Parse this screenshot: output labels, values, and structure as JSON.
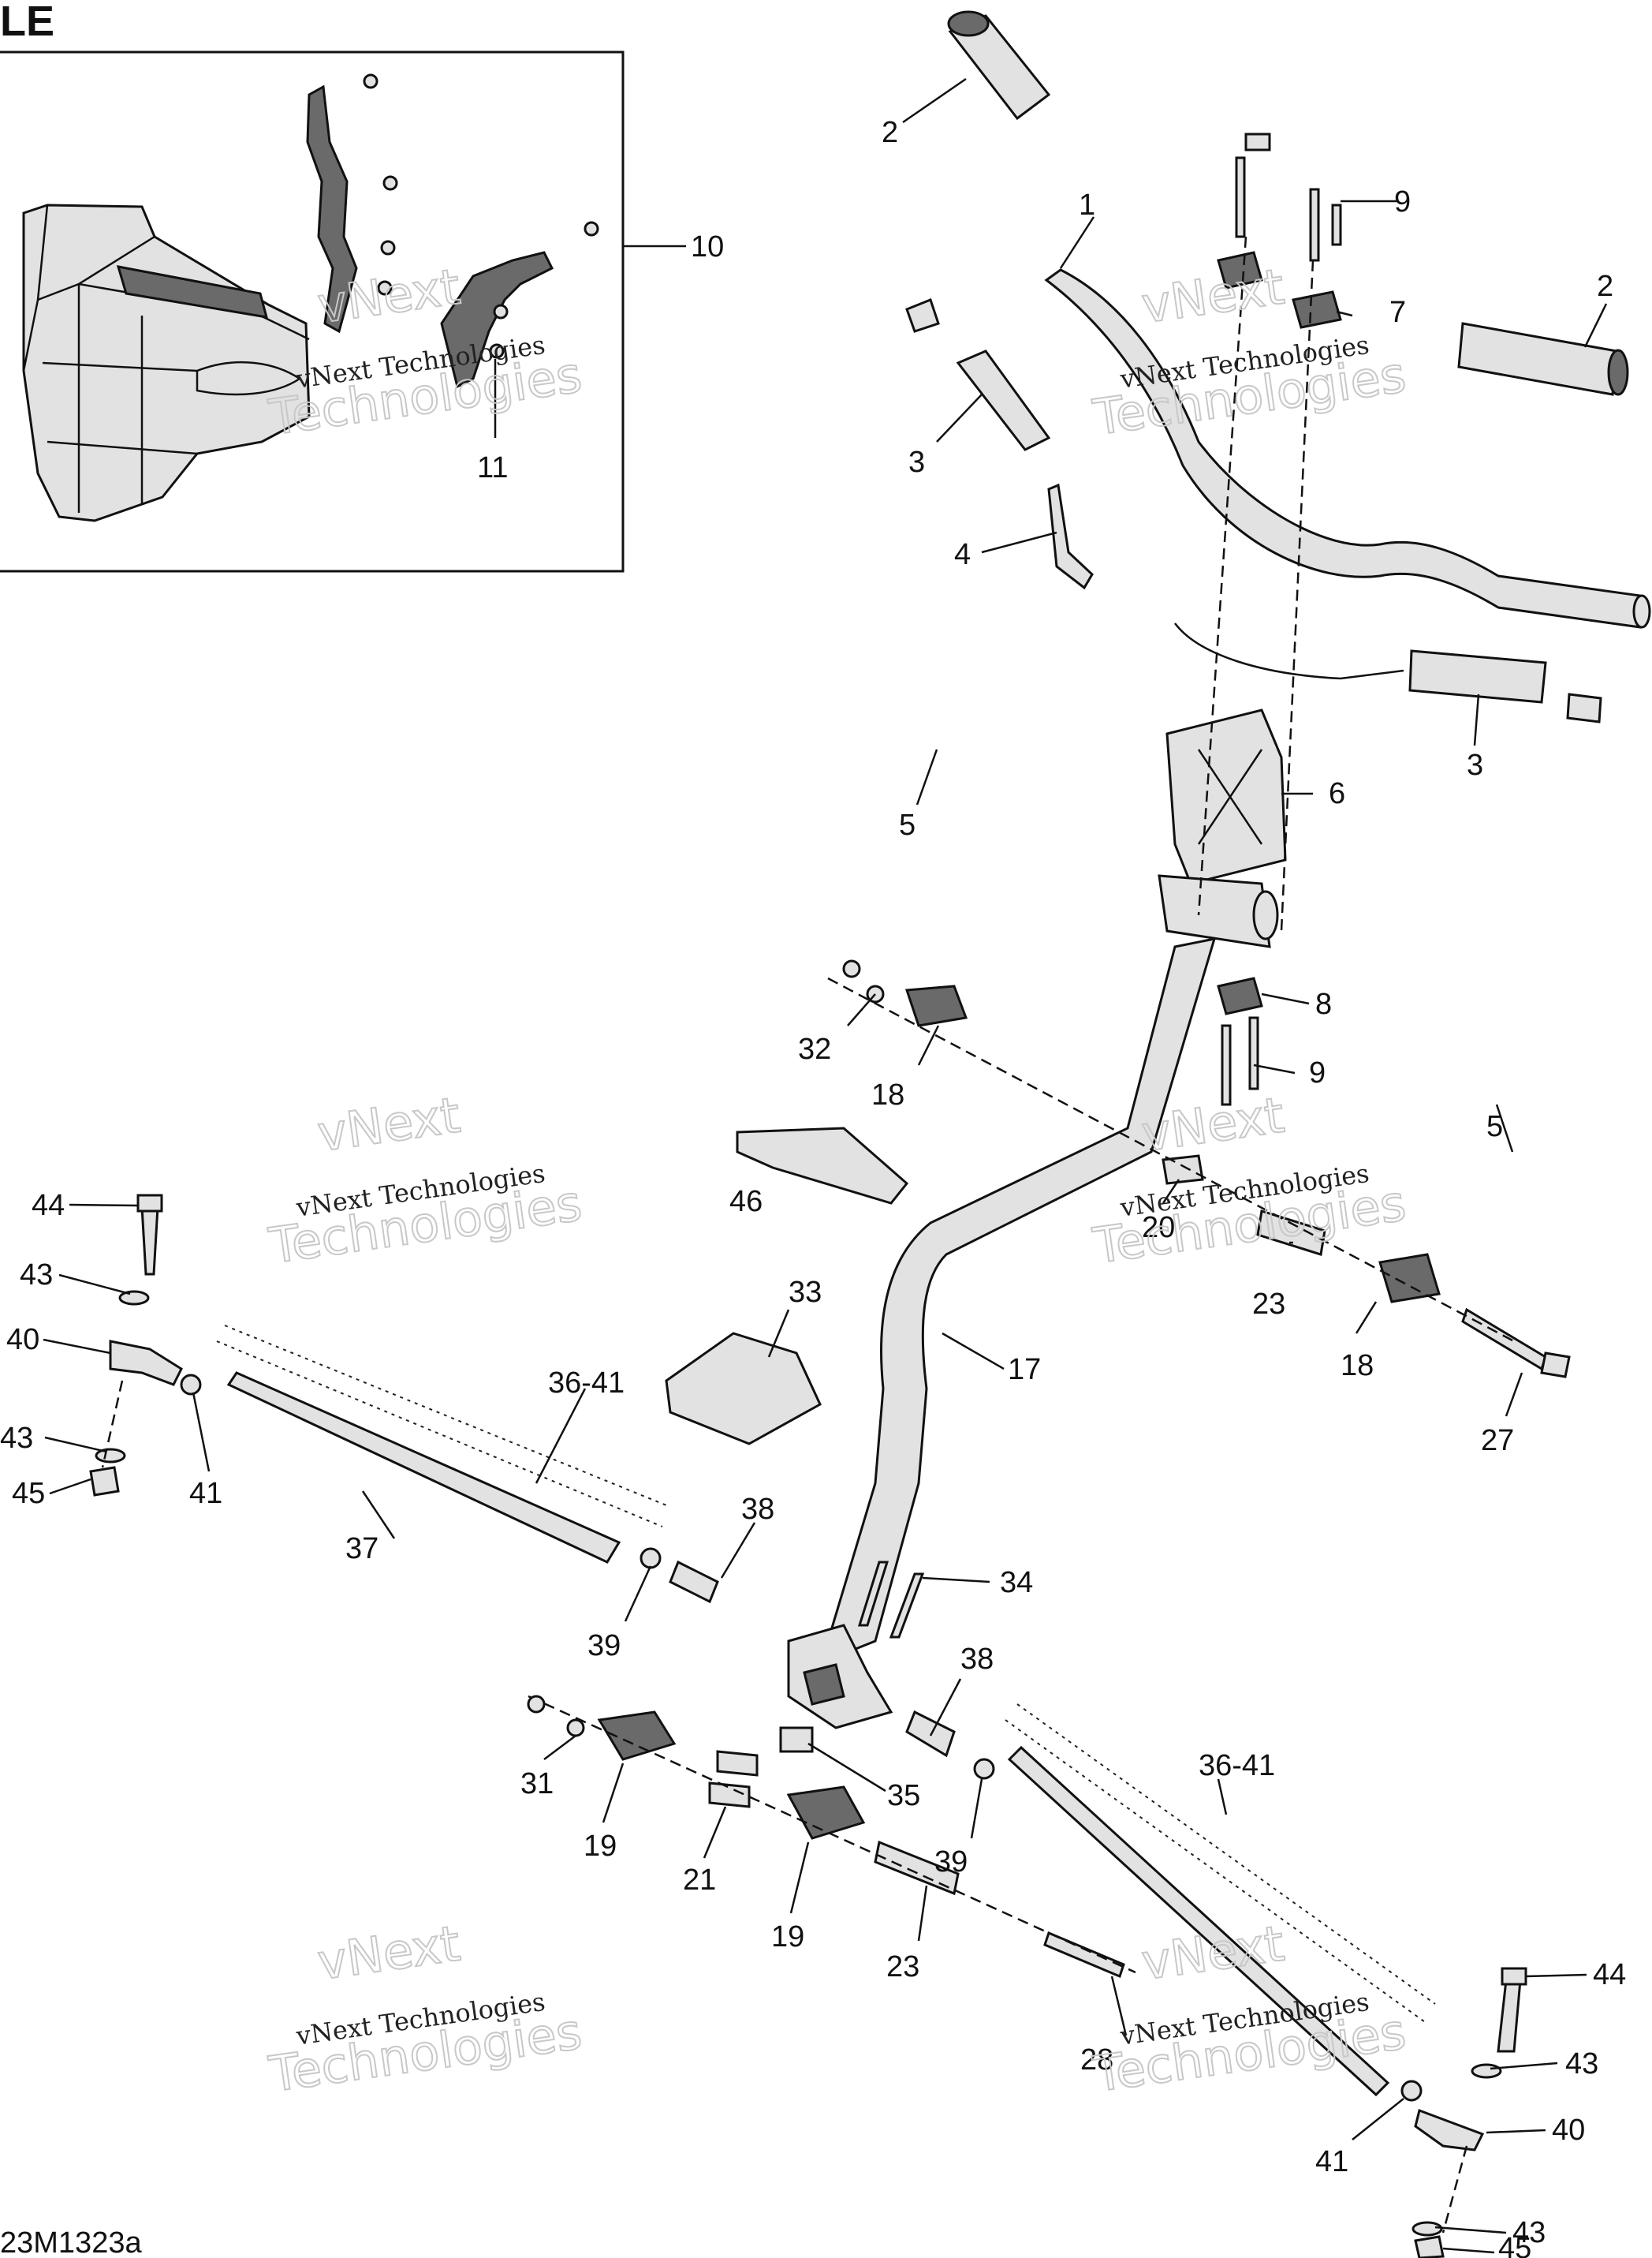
{
  "diagram": {
    "corner_title": "LE",
    "drawing_code": "23M1323a",
    "watermark_line1": "vNext Technologies",
    "watermark_line2": "Technologies",
    "watermark_line3": "vNext",
    "callouts": {
      "c1": "1",
      "c2a": "2",
      "c2b": "2",
      "c3a": "3",
      "c3b": "3",
      "c4": "4",
      "c5a": "5",
      "c5b": "5",
      "c6": "6",
      "c7": "7",
      "c8": "8",
      "c9a": "9",
      "c9b": "9",
      "c10": "10",
      "c11": "11",
      "c17": "17",
      "c18a": "18",
      "c18b": "18",
      "c19a": "19",
      "c19b": "19",
      "c20": "20",
      "c21": "21",
      "c23a": "23",
      "c23b": "23",
      "c27": "27",
      "c28": "28",
      "c31": "31",
      "c32": "32",
      "c33": "33",
      "c34": "34",
      "c35": "35",
      "c36a": "36-41",
      "c36b": "36-41",
      "c37": "37",
      "c38a": "38",
      "c38b": "38",
      "c39a": "39",
      "c39b": "39",
      "c40a": "40",
      "c40b": "40",
      "c41a": "41",
      "c41b": "41",
      "c43a": "43",
      "c43b": "43",
      "c43c": "43",
      "c43d": "43",
      "c44a": "44",
      "c44b": "44",
      "c45a": "45",
      "c45b": "45",
      "c46": "46"
    }
  }
}
